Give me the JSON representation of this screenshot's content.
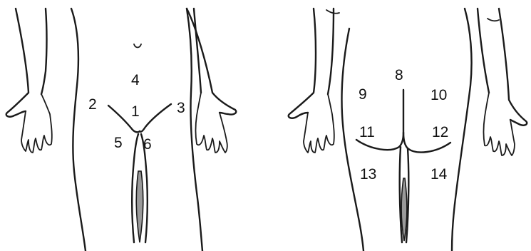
{
  "regions": {
    "front": {
      "r1": "1",
      "r2": "2",
      "r3": "3",
      "r4": "4",
      "r5": "5",
      "r6": "6"
    },
    "back": {
      "r8": "8",
      "r9": "9",
      "r10": "10",
      "r11": "11",
      "r12": "12",
      "r13": "13",
      "r14": "14"
    }
  }
}
